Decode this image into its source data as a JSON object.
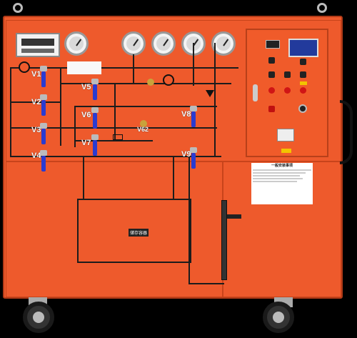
{
  "image": {
    "colors": {
      "cabinet": "#ee5a2c",
      "pipe": "#1c1c1c",
      "valve": "#2a3bd1",
      "background": "#000000"
    },
    "valves": [
      {
        "label": "V1"
      },
      {
        "label": "V2"
      },
      {
        "label": "V3"
      },
      {
        "label": "V4"
      },
      {
        "label": "V5"
      },
      {
        "label": "V6"
      },
      {
        "label": "V7"
      },
      {
        "label": "V8"
      },
      {
        "label": "V9"
      }
    ],
    "extra_labels": {
      "v62": "V62"
    },
    "tank_label": "储存容器",
    "notice_title": "一般安装事项",
    "icons": [
      "pressure-gauge-icon",
      "valve-handle-icon",
      "wheel-icon",
      "switch-icon"
    ]
  }
}
